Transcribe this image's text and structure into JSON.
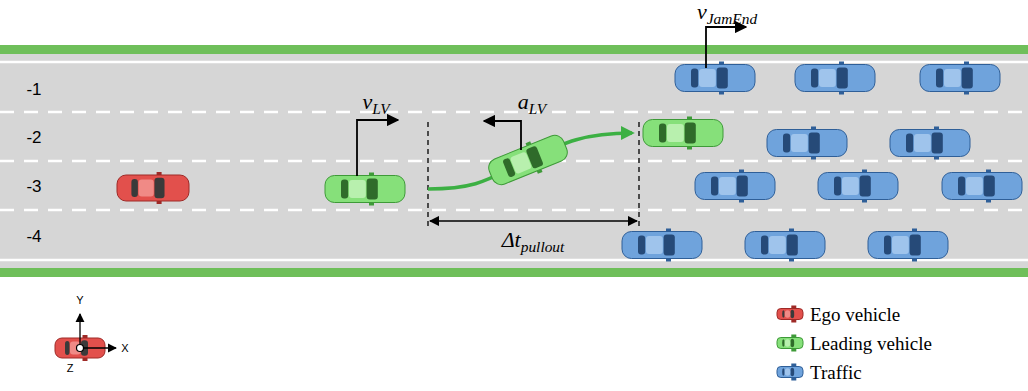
{
  "diagram": {
    "labels": [
      "-1",
      "-2",
      "-3",
      "-4",
      "vLV",
      "aLV",
      "Δtpullout",
      "vJamEnd",
      "Y",
      "X",
      "Z"
    ],
    "legend": [
      {
        "text": "Ego vehicle"
      },
      {
        "text": "Leading vehicle"
      },
      {
        "text": "Traffic"
      }
    ]
  }
}
